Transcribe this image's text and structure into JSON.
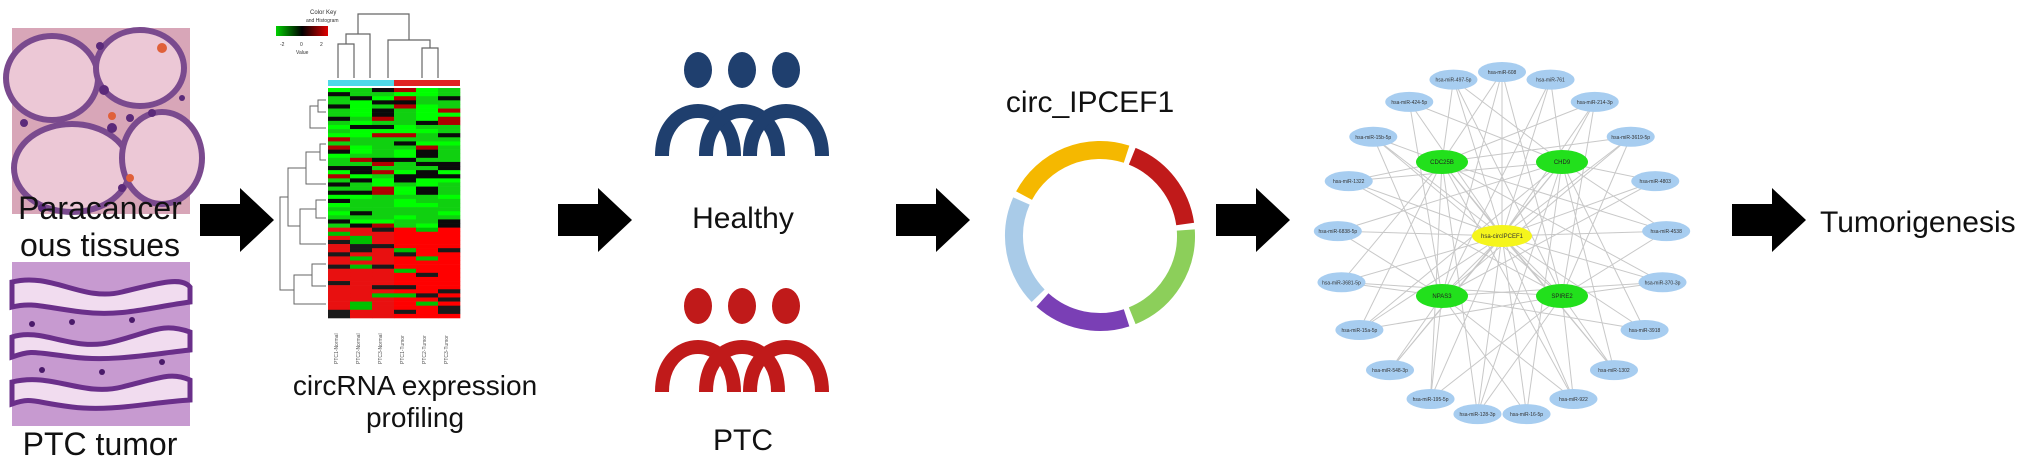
{
  "panels": {
    "tissue": {
      "paracancer_label": "Paracancer ous tissues",
      "paracancer_line1": "Paracancer",
      "paracancer_line2": "ous tissues",
      "tumor_label": "PTC tumor"
    },
    "heatmap": {
      "color_key_title": "Color Key",
      "color_key_subtitle": "and Histogram",
      "color_key_axis_label": "Value",
      "color_key_ticks": [
        "-2",
        "0",
        "2"
      ],
      "caption_line1": "circRNA expression",
      "caption_line2": "profiling",
      "columns": [
        "PTC1-Normal",
        "PTC2-Normal",
        "PTC3-Normal",
        "PTC1-Tumor",
        "PTC2-Tumor",
        "PTC3-Tumor"
      ],
      "group_colors": [
        "#4fd8e8",
        "#e02424"
      ]
    },
    "groups": {
      "healthy_label": "Healthy",
      "ptc_label": "PTC",
      "healthy_color": "#1f3f6e",
      "ptc_color": "#c01a1a"
    },
    "circ": {
      "title": "circ_IPCEF1",
      "segment_colors": [
        "#f5b800",
        "#c01a1a",
        "#8ccf5a",
        "#7a3fb5",
        "#a9cbe8"
      ]
    },
    "network": {
      "center": "hsa-circIPCEF1",
      "genes": [
        "CDC25B",
        "CHD9",
        "NPAS3",
        "SPIRE2"
      ],
      "mirnas": [
        "hsa-miR-608",
        "hsa-miR-761",
        "hsa-miR-214-3p",
        "hsa-miR-3619-5p",
        "hsa-miR-4803",
        "hsa-miR-4538",
        "hsa-miR-370-3p",
        "hsa-miR-3918",
        "hsa-miR-1302",
        "hsa-miR-922",
        "hsa-miR-16-5p",
        "hsa-miR-128-3p",
        "hsa-miR-195-5p",
        "hsa-miR-548-3p",
        "hsa-miR-15a-5p",
        "hsa-miR-3681-5p",
        "hsa-miR-6838-5p",
        "hsa-miR-1322",
        "hsa-miR-15b-5p",
        "hsa-miR-424-5p",
        "hsa-miR-497-5p"
      ],
      "mirna_color": "#a7cdf0",
      "gene_color": "#22e01c",
      "center_color": "#f5f51c"
    },
    "outcome": {
      "label": "Tumorigenesis"
    }
  }
}
